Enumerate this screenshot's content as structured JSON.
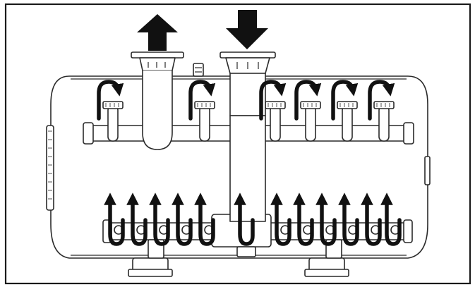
{
  "diagram": {
    "kind": "horizontal-filter-tank-flow",
    "colors": {
      "line": "#2a2a2a",
      "arrow": "#111111",
      "background": "#ffffff"
    },
    "icons": {
      "inlet": "arrow-down-icon",
      "outlet": "arrow-up-icon",
      "upper_flow": "curved-arrow-icon",
      "lower_flow": "u-turn-arrow-icon"
    },
    "upper_flow_arrows": 6,
    "lower_flow_arrows": 12
  }
}
